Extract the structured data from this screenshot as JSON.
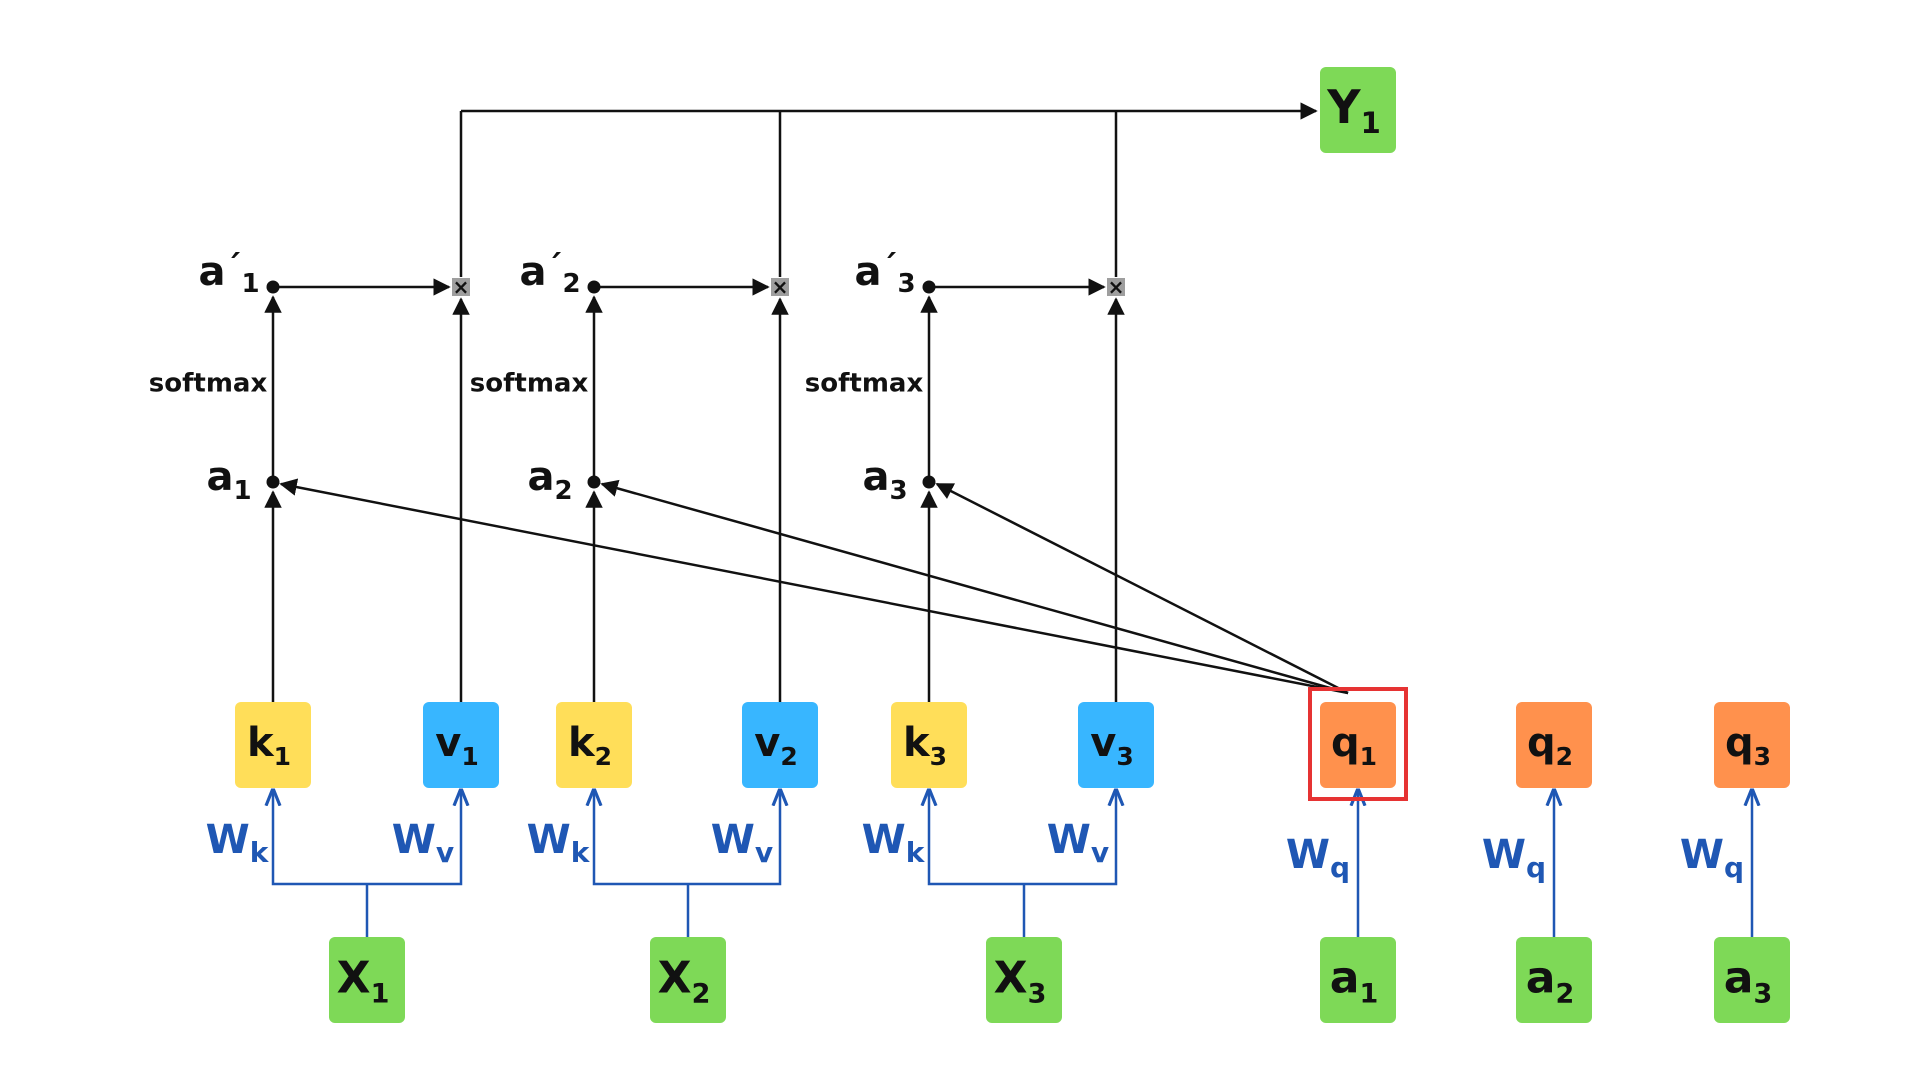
{
  "colors": {
    "input_green": "#7ed957",
    "key_yellow": "#ffde59",
    "value_blue": "#38b6ff",
    "query_orange": "#ff914d",
    "weight_blue": "#1f57b4",
    "highlight_red": "#e63333",
    "line_black": "#111111"
  },
  "output": {
    "main": "Y",
    "sub": "1"
  },
  "inputs_x": [
    {
      "main": "X",
      "sub": "1"
    },
    {
      "main": "X",
      "sub": "2"
    },
    {
      "main": "X",
      "sub": "3"
    }
  ],
  "inputs_a": [
    {
      "main": "a",
      "sub": "1"
    },
    {
      "main": "a",
      "sub": "2"
    },
    {
      "main": "a",
      "sub": "3"
    }
  ],
  "keys": [
    {
      "main": "k",
      "sub": "1"
    },
    {
      "main": "k",
      "sub": "2"
    },
    {
      "main": "k",
      "sub": "3"
    }
  ],
  "values": [
    {
      "main": "v",
      "sub": "1"
    },
    {
      "main": "v",
      "sub": "2"
    },
    {
      "main": "v",
      "sub": "3"
    }
  ],
  "queries": [
    {
      "main": "q",
      "sub": "1",
      "highlighted": true
    },
    {
      "main": "q",
      "sub": "2",
      "highlighted": false
    },
    {
      "main": "q",
      "sub": "3",
      "highlighted": false
    }
  ],
  "scores": [
    {
      "main": "a",
      "sub": "1"
    },
    {
      "main": "a",
      "sub": "2"
    },
    {
      "main": "a",
      "sub": "3"
    }
  ],
  "normalized_scores": [
    {
      "main": "a",
      "prime": "´",
      "sub": "1"
    },
    {
      "main": "a",
      "prime": "´",
      "sub": "2"
    },
    {
      "main": "a",
      "prime": "´",
      "sub": "3"
    }
  ],
  "softmax_label": "softmax",
  "weights": {
    "key": {
      "main": "W",
      "sub": "k"
    },
    "value": {
      "main": "W",
      "sub": "v"
    },
    "query": {
      "main": "W",
      "sub": "q"
    }
  },
  "multiply_symbol": "×"
}
